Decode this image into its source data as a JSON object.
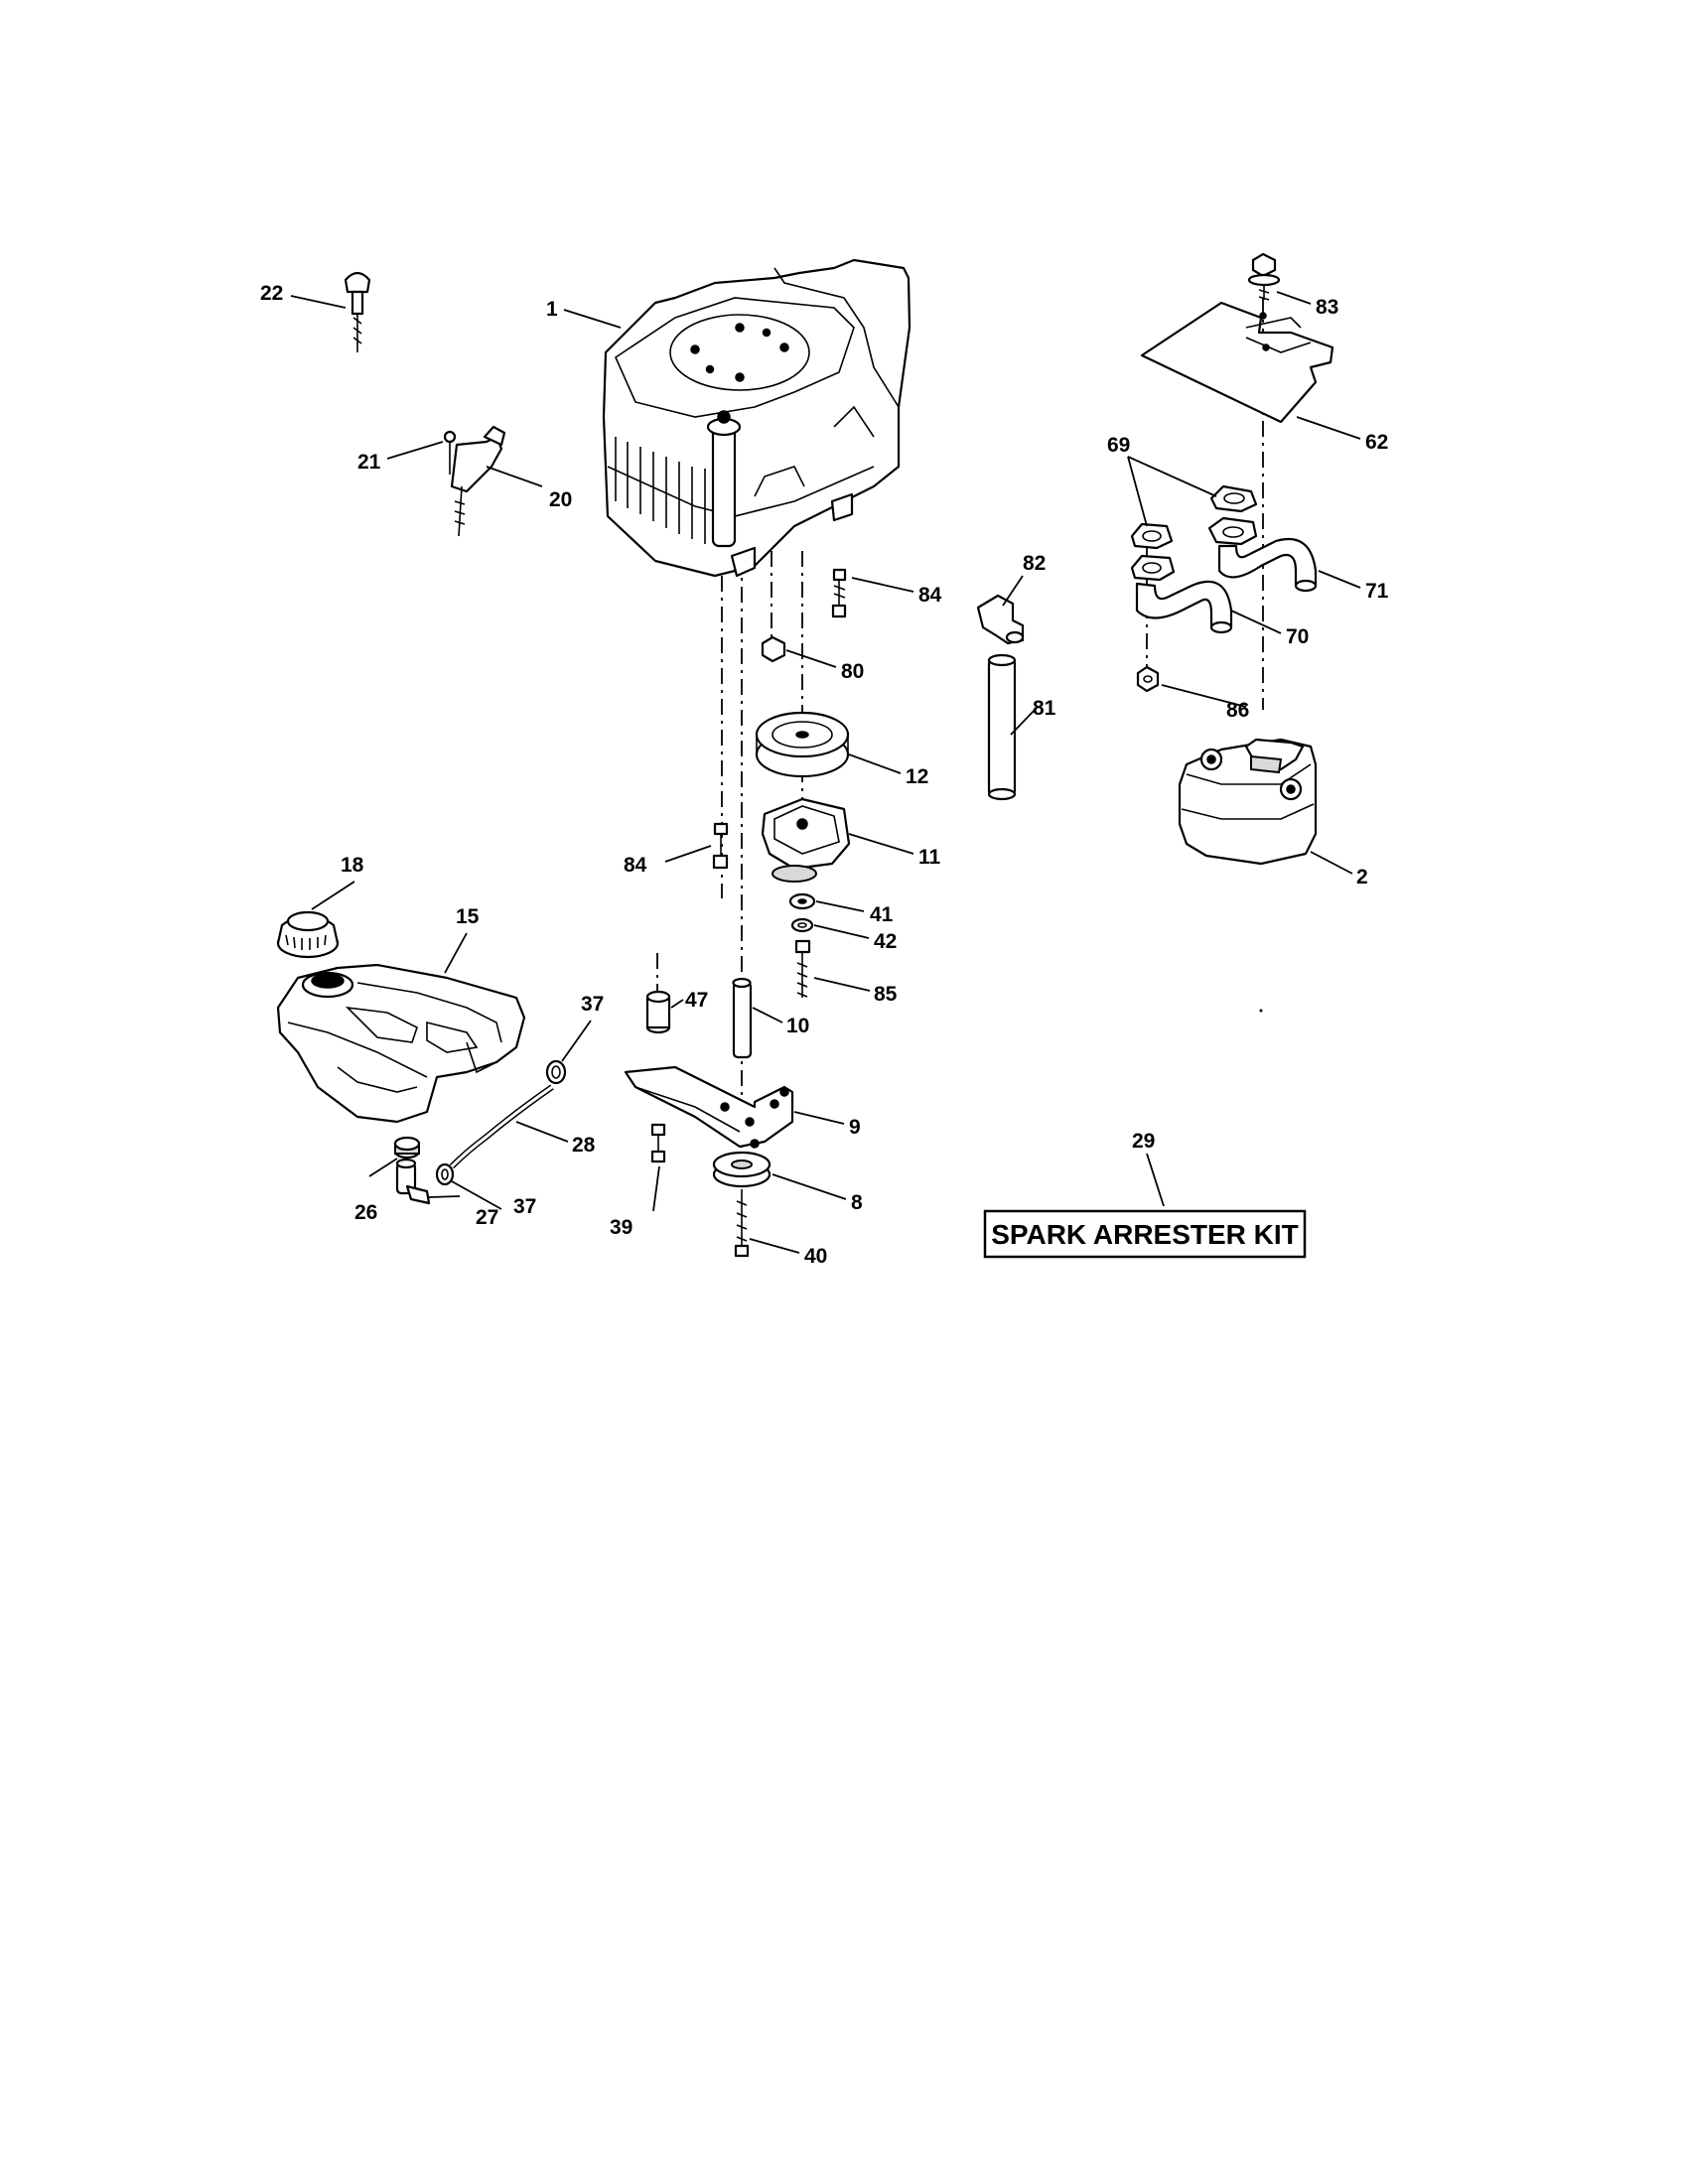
{
  "callouts": {
    "p1": "1",
    "p2": "2",
    "p8": "8",
    "p9": "9",
    "p10": "10",
    "p11": "11",
    "p12": "12",
    "p15": "15",
    "p18": "18",
    "p20": "20",
    "p21": "21",
    "p22": "22",
    "p26": "26",
    "p27": "27",
    "p28": "28",
    "p29": "29",
    "p37a": "37",
    "p37b": "37",
    "p39": "39",
    "p40": "40",
    "p41": "41",
    "p42": "42",
    "p47": "47",
    "p62": "62",
    "p69": "69",
    "p70": "70",
    "p71": "71",
    "p80": "80",
    "p81": "81",
    "p82": "82",
    "p83": "83",
    "p84a": "84",
    "p84b": "84",
    "p85": "85",
    "p86": "86"
  },
  "kit_label": "SPARK ARRESTER KIT"
}
